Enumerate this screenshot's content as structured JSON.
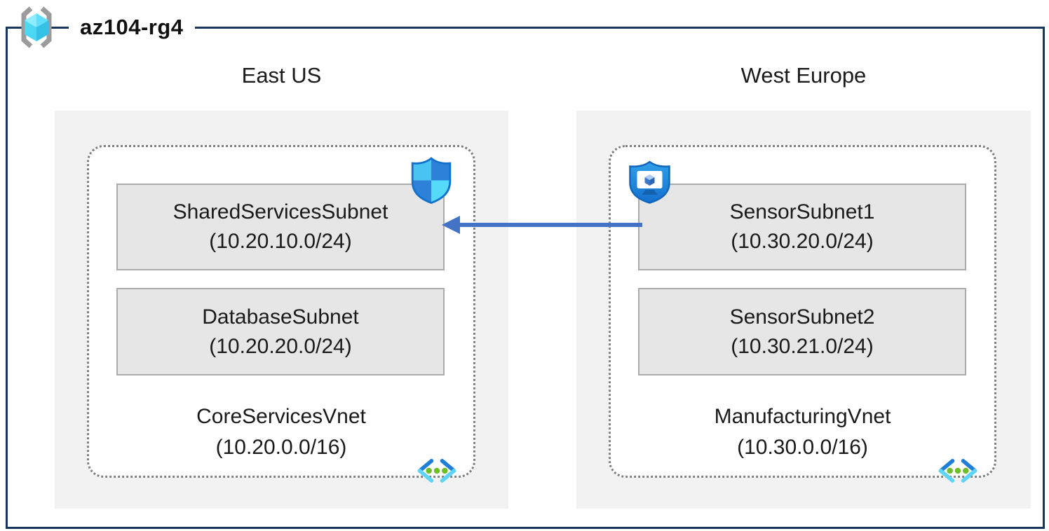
{
  "resource_group": {
    "name": "az104-rg4"
  },
  "regions": [
    {
      "name": "East US",
      "vnet": {
        "name": "CoreServicesVnet",
        "cidr": "(10.20.0.0/16)"
      },
      "subnets": [
        {
          "name": "SharedServicesSubnet",
          "cidr": "(10.20.10.0/24)",
          "badge": "nsg-shield-icon"
        },
        {
          "name": "DatabaseSubnet",
          "cidr": "(10.20.20.0/24)",
          "badge": ""
        }
      ]
    },
    {
      "name": "West Europe",
      "vnet": {
        "name": "ManufacturingVnet",
        "cidr": "(10.30.0.0/16)"
      },
      "subnets": [
        {
          "name": "SensorSubnet1",
          "cidr": "(10.30.20.0/24)",
          "badge": "asg-shield-icon"
        },
        {
          "name": "SensorSubnet2",
          "cidr": "(10.30.21.0/24)",
          "badge": ""
        }
      ]
    }
  ],
  "connection": {
    "from": "SensorSubnet1",
    "to": "SharedServicesSubnet",
    "direction": "right-to-left",
    "color": "#4472C4"
  },
  "icons": {
    "resource_group": "resource-group-icon",
    "nsg": "nsg-shield-icon",
    "asg": "asg-shield-icon",
    "vnet": "virtual-network-icon",
    "arrow": "peering-arrow"
  },
  "colors": {
    "frame_border": "#17365D",
    "region_bg": "#F2F2F2",
    "subnet_bg": "#E6E6E6",
    "subnet_border": "#ABABAB",
    "vnet_dotted_border": "#7F7F7F",
    "arrow": "#4472C4",
    "text": "#1A1A1A"
  }
}
